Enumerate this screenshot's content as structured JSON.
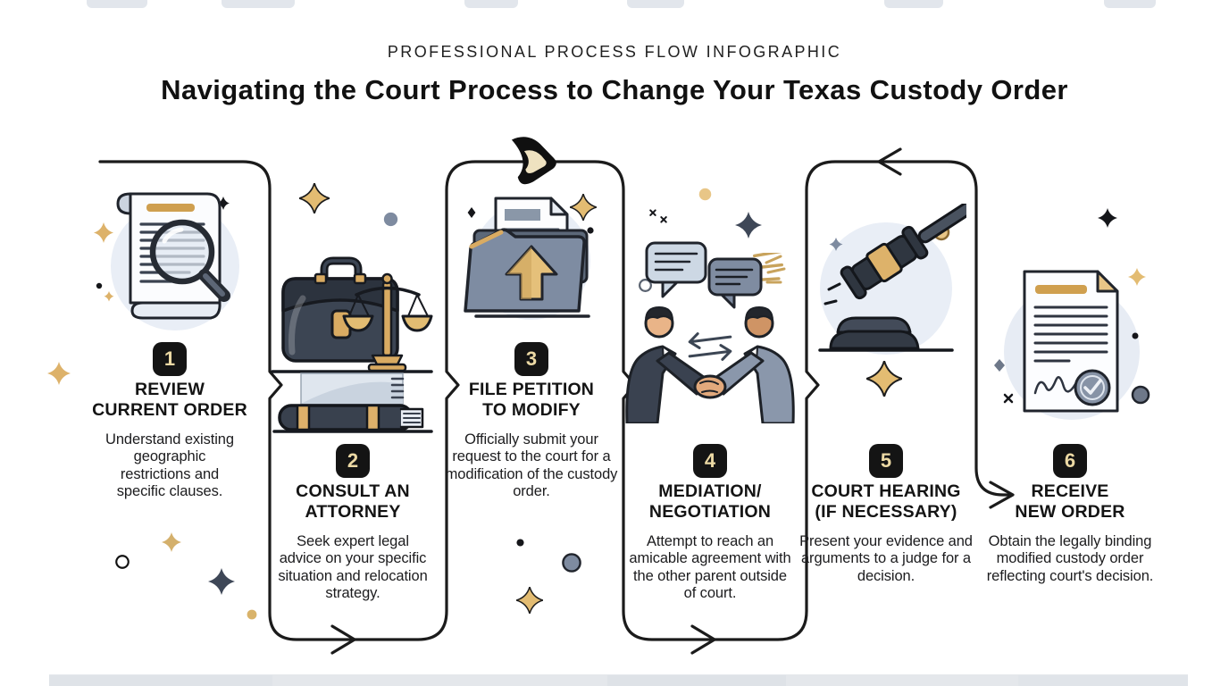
{
  "header": {
    "kicker": "PROFESSIONAL PROCESS FLOW INFOGRAPHIC",
    "title": "Navigating the Court Process to Change Your Texas Custody Order"
  },
  "steps": [
    {
      "number": "1",
      "title_lines": [
        "REVIEW",
        "CURRENT ORDER"
      ],
      "description": "Understand existing geographic restrictions and specific clauses.",
      "icon": "document-magnifier-icon"
    },
    {
      "number": "2",
      "title_lines": [
        "CONSULT AN",
        "ATTORNEY"
      ],
      "description": "Seek expert legal advice on your specific situation and relocation strategy.",
      "icon": "briefcase-scales-icon"
    },
    {
      "number": "3",
      "title_lines": [
        "FILE PETITION",
        "TO MODIFY"
      ],
      "description": "Officially submit your request to the court for a modification of the custody order.",
      "icon": "folder-upload-icon"
    },
    {
      "number": "4",
      "title_lines": [
        "MEDIATION/",
        "NEGOTIATION"
      ],
      "description": "Attempt to reach an amicable agreement with the other parent outside of court.",
      "icon": "handshake-icon"
    },
    {
      "number": "5",
      "title_lines": [
        "COURT HEARING",
        "(IF NECESSARY)"
      ],
      "description": "Present your evidence and arguments to a judge for a decision.",
      "icon": "gavel-icon"
    },
    {
      "number": "6",
      "title_lines": [
        "RECEIVE",
        "NEW ORDER"
      ],
      "description": "Obtain the legally binding modified custody order reflecting court's decision.",
      "icon": "certificate-seal-icon"
    }
  ],
  "flow": {
    "style": "serpentine-outline",
    "markers": [
      "chevron-right-after-step1",
      "arrow-right-bottom-step2",
      "chevron-right-after-step2",
      "brush-arrow-top-step3",
      "chevron-right-after-step3",
      "arrow-right-bottom-step4",
      "chevron-right-after-step4",
      "arrow-left-top-step5",
      "arrow-right-into-step6"
    ]
  },
  "colors": {
    "background": "#ffffff",
    "ink": "#1b1b1b",
    "gold": "#d9a84e",
    "slate": "#7e8ba0",
    "navy": "#39414e",
    "icon_circle": "#e9eef6",
    "badge_bg": "#141414",
    "badge_text": "#ecd9a4"
  }
}
